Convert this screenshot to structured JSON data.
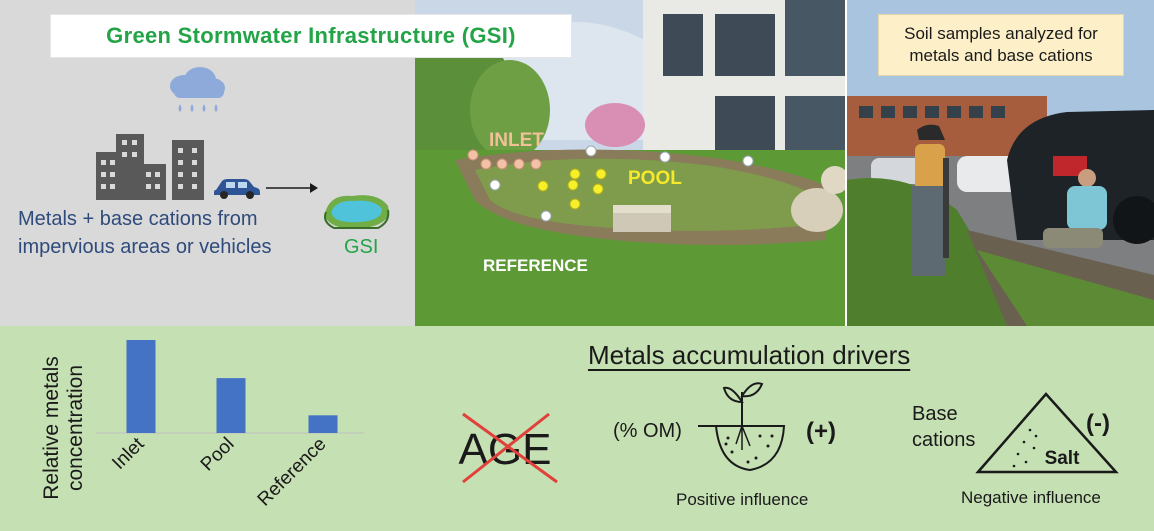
{
  "header": {
    "title": "Green Stormwater Infrastructure (GSI)"
  },
  "source_panel": {
    "description": "Metals + base cations from impervious areas or vehicles",
    "gsi_label": "GSI",
    "icons": [
      "rain-cloud-icon",
      "buildings-icon",
      "car-icon",
      "arrow-icon",
      "pond-icon"
    ]
  },
  "site_photo": {
    "inlet_label": "INLET",
    "pool_label": "POOL",
    "reference_label": "REFERENCE"
  },
  "sampling_photo": {
    "callout": "Soil samples analyzed for metals and base cations"
  },
  "chart_data": {
    "type": "bar",
    "categories": [
      "Inlet",
      "Pool",
      "Reference"
    ],
    "values": [
      1.0,
      0.59,
      0.19
    ],
    "ylabel": "Relative metals concentration",
    "xlabel": "",
    "ylim": [
      0,
      1
    ],
    "color": "#4472c4",
    "grid": false
  },
  "drivers": {
    "title": "Metals accumulation drivers",
    "age_label": "AGE",
    "om_label": "(% OM)",
    "plus_sign": "(+)",
    "positive_influence": "Positive influence",
    "base_label": "Base cations",
    "salt_label": "Salt",
    "minus_sign": "(-)",
    "negative_influence": "Negative influence"
  },
  "colors": {
    "green_title": "#22a447",
    "blue_text": "#2f4b7c",
    "bottom_bg": "#c5e0b3",
    "bar": "#4472c4",
    "cross": "#e0413a"
  }
}
